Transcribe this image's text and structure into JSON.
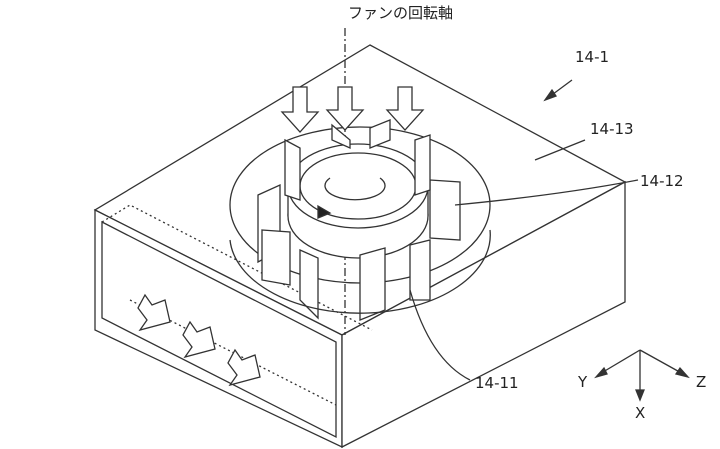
{
  "title": "ファンの回転軸",
  "labels": {
    "device": "14-1",
    "top_plate": "14-13",
    "blade": "14-12",
    "fan_body": "14-11"
  },
  "axes": {
    "x": "X",
    "y": "Y",
    "z": "Z"
  }
}
